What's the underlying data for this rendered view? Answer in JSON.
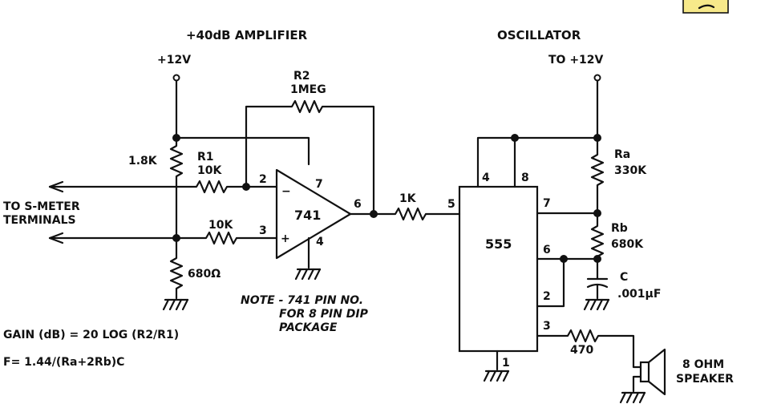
{
  "titles": {
    "amplifier": "+40dB AMPLIFIER",
    "oscillator": "OSCILLATOR"
  },
  "supply": {
    "left": "+12V",
    "right": "TO +12V"
  },
  "components": {
    "r2_name": "R2",
    "r2_value": "1MEG",
    "r1_name": "R1",
    "r1_value": "10K",
    "r_bias": "1.8K",
    "r_in3": "10K",
    "r_low": "680Ω",
    "r_1k": "1K",
    "ra_name": "Ra",
    "ra_value": "330K",
    "rb_name": "Rb",
    "rb_value": "680K",
    "c_name": "C",
    "c_value": ".001μF",
    "r_470": "470",
    "opamp": "741",
    "timer": "555",
    "speaker_1": "8 OHM",
    "speaker_2": "SPEAKER"
  },
  "pins": {
    "op_2": "2",
    "op_3": "3",
    "op_7": "7",
    "op_4": "4",
    "op_6": "6",
    "op_minus": "−",
    "op_plus": "+",
    "t_4": "4",
    "t_8": "8",
    "t_5": "5",
    "t_7": "7",
    "t_6": "6",
    "t_2": "2",
    "t_3": "3",
    "t_1": "1"
  },
  "terminals": {
    "line1": "TO S-METER",
    "line2": "TERMINALS"
  },
  "note": {
    "line1": "NOTE - 741 PIN NO.",
    "line2": "FOR 8 PIN DIP",
    "line3": "PACKAGE"
  },
  "formulas": {
    "gain": "GAIN (dB) = 20 LOG (R2/R1)",
    "freq": "F= 1.44/(Ra+2Rb)C"
  }
}
